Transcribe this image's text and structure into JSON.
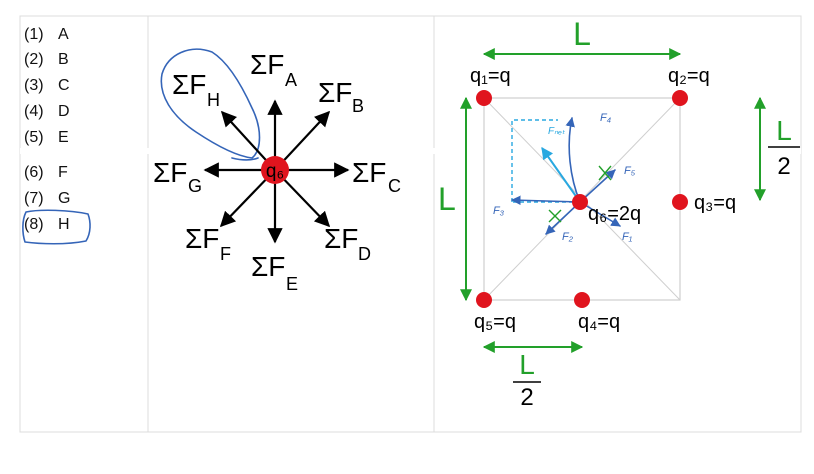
{
  "options": [
    {
      "num": "(1)",
      "letter": "A"
    },
    {
      "num": "(2)",
      "letter": "B"
    },
    {
      "num": "(3)",
      "letter": "C"
    },
    {
      "num": "(4)",
      "letter": "D"
    },
    {
      "num": "(5)",
      "letter": "E"
    },
    {
      "num": "(6)",
      "letter": "F"
    },
    {
      "num": "(7)",
      "letter": "G"
    },
    {
      "num": "(8)",
      "letter": "H"
    }
  ],
  "selected_option_index": 7,
  "force_diagram": {
    "center_charge": "q₆",
    "sigma": "ΣF",
    "labels": {
      "A": "A",
      "B": "B",
      "C": "C",
      "D": "D",
      "E": "E",
      "F": "F",
      "G": "G",
      "H": "H"
    }
  },
  "charge_diagram": {
    "side_length": "L",
    "half_denominator": "2",
    "charges": {
      "q1": "q₁=q",
      "q2": "q₂=q",
      "q3": "q₃=q",
      "q4": "q₄=q",
      "q5": "q₅=q",
      "q6": "q₆=2q"
    },
    "annotations": {
      "f4": "F₄",
      "f5": "F₅",
      "f3": "F₃",
      "f2": "F₂",
      "f1": "F₁",
      "fnet": "Fₙₑₜ"
    }
  },
  "colors": {
    "charge_red": "#e0141e",
    "green": "#22a02a",
    "ink_blue": "#3565b8",
    "cyan": "#29a8e0",
    "grid": "#dcdcdc"
  }
}
